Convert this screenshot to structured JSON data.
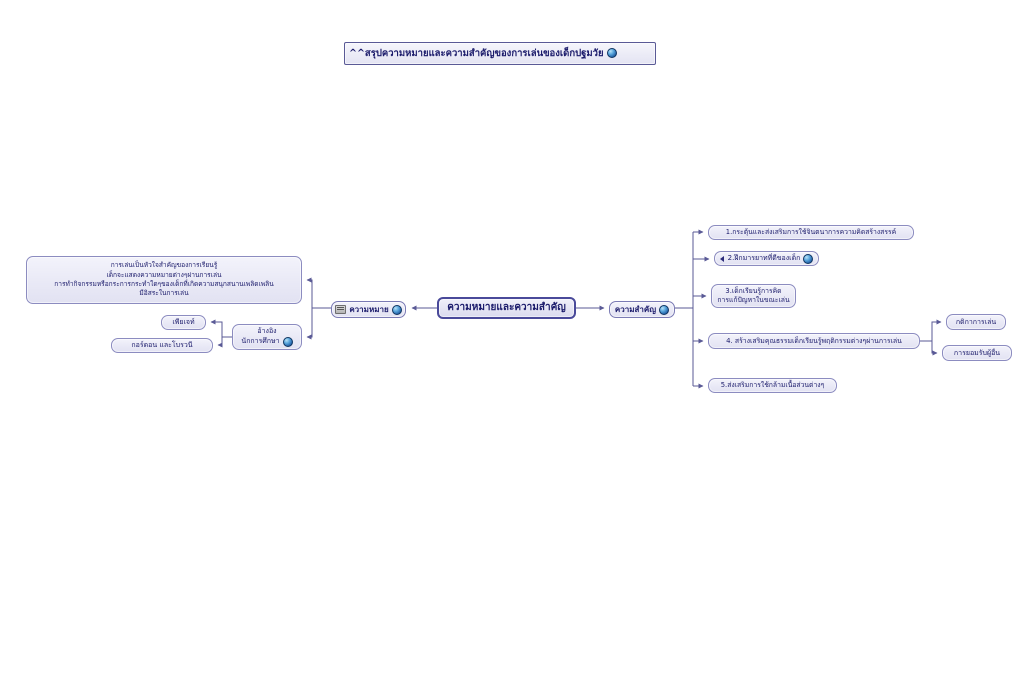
{
  "document": {
    "type": "mind-map",
    "background_color": "#ffffff",
    "node_fill": "#e9e9f6",
    "node_border": "#8c8cc0",
    "text_color": "#1b1b6b",
    "link_color": "#5a5a96"
  },
  "title": {
    "label": "^^สรุปความหมายและความสำคัญของการเล่นของเด็กปฐมวัย",
    "icon": "blue-sphere-icon"
  },
  "central": {
    "label": "ความหมายและความสำคัญ"
  },
  "branches": {
    "meaning": {
      "label": "ความหมาย",
      "left_icon": "note-icon",
      "right_icon": "blue-sphere-icon",
      "summary": {
        "lines": [
          "การเล่นเป็นหัวใจสำคัญของการเรียนรู้",
          "เด็กจะแสดงความหมายต่างๆผ่านการเล่น",
          "การทำกิจกรรมหรือกระการกระทำใดๆของเด็กที่เกิดความสนุกสนานเพลิดเพลิน",
          "มีอิสระในการเล่น"
        ]
      },
      "reference": {
        "line1": "อ้างอิง",
        "line2": "นักการศึกษา",
        "icon": "blue-sphere-icon",
        "children": [
          {
            "label": "เพียเจท์"
          },
          {
            "label": "กอร์ดอน และโบรวนี"
          }
        ]
      }
    },
    "importance": {
      "label": "ความสำคัญ",
      "icon": "blue-sphere-icon",
      "items": [
        {
          "id": "imp-1",
          "label": "1.กระตุ้นและส่งเสริมการใช้จินตนาการความคิดสร้างสรรค์",
          "left_icon": null,
          "right_icon": null,
          "children": []
        },
        {
          "id": "imp-2",
          "label": "2.ฝึกมารยาทที่ดีของเด็ก",
          "left_icon": "arrow-left-icon",
          "right_icon": "blue-sphere-icon",
          "children": []
        },
        {
          "id": "imp-3",
          "label_line1": "3.เด็กเรียนรู้การคิด",
          "label_line2": "การแก้ปัญหาในขณะเล่น",
          "children": []
        },
        {
          "id": "imp-4",
          "label": "4. สร้างเสริมคุณธรรมเด็กเรียนรู้พฤติกรรมต่างๆผ่านการเล่น",
          "children": [
            {
              "label": "กติกาการเล่น"
            },
            {
              "label": "การยอมรับผู้อื่น"
            }
          ]
        },
        {
          "id": "imp-5",
          "label": "5.ส่งเสริมการใช้กล้ามเนื้อส่วนต่างๆ",
          "children": []
        }
      ]
    }
  }
}
